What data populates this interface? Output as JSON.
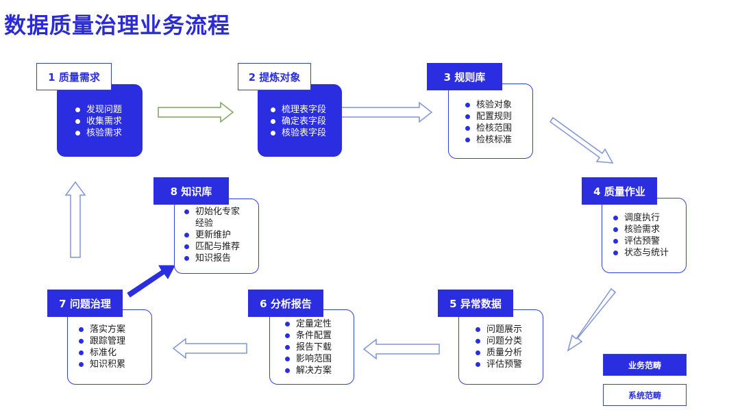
{
  "page": {
    "title": "数据质量治理业务流程"
  },
  "steps": [
    {
      "label": "1 质量需求",
      "items": [
        "发现问题",
        "收集需求",
        "核验需求"
      ]
    },
    {
      "label": "2 提炼对象",
      "items": [
        "梳理表字段",
        "确定表字段",
        "核验表字段"
      ]
    },
    {
      "label": "3 规则库",
      "items": [
        "核验对象",
        "配置规则",
        "检核范围",
        "检核标准"
      ]
    },
    {
      "label": "4 质量作业",
      "items": [
        "调度执行",
        "核验需求",
        "评估预警",
        "状态与统计"
      ]
    },
    {
      "label": "5 异常数据",
      "items": [
        "问题展示",
        "问题分类",
        "质量分析",
        "评估预警"
      ]
    },
    {
      "label": "6 分析报告",
      "items": [
        "定量定性",
        "条件配置",
        "报告下载",
        "影响范围",
        "解决方案"
      ]
    },
    {
      "label": "7 问题治理",
      "items": [
        "落实方案",
        "跟踪管理",
        "标准化",
        "知识积累"
      ]
    },
    {
      "label": "8 知识库",
      "items": [
        "初始化专家",
        "经验",
        "更新维护",
        "匹配与推荐",
        "知识报告"
      ]
    }
  ],
  "legend": {
    "business": "业务范畴",
    "system": "系统范畴"
  },
  "colors": {
    "accent": "#2a2ee0",
    "border": "#2f3fd8",
    "arrow_green": "#7fa35a",
    "arrow_blue": "#7f93d8"
  }
}
